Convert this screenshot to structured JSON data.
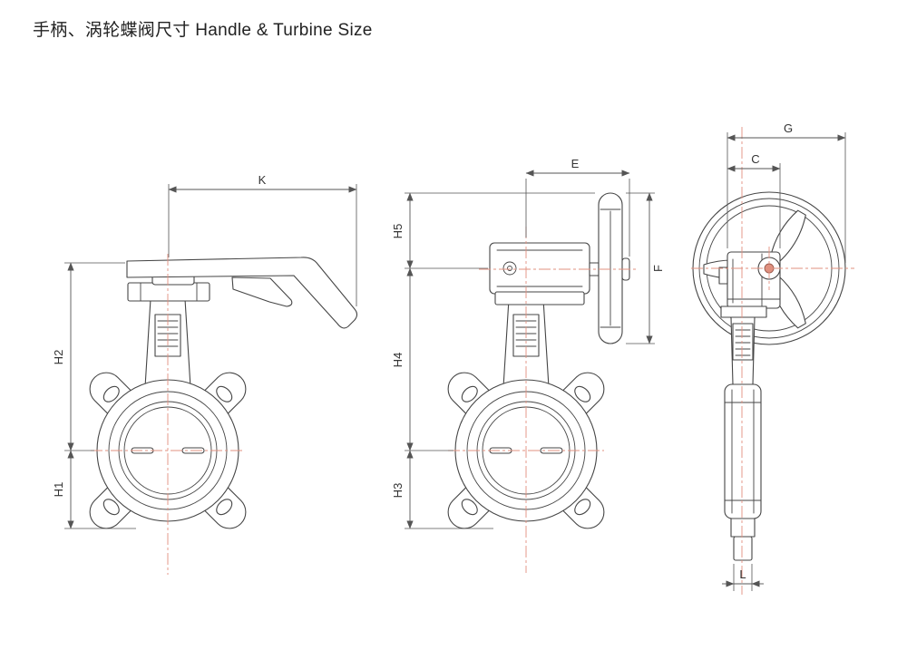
{
  "title": "手柄、涡轮蝶阀尺寸 Handle & Turbine Size",
  "views": [
    {
      "name": "butterfly-valve-lever-handle",
      "dims": [
        "K",
        "H2",
        "H1"
      ]
    },
    {
      "name": "butterfly-valve-gear-operator-side",
      "dims": [
        "E",
        "H5",
        "H4",
        "H3",
        "F"
      ]
    },
    {
      "name": "butterfly-valve-handwheel-front",
      "dims": [
        "G",
        "C",
        "L"
      ]
    }
  ],
  "dim_labels": {
    "K": "K",
    "H2": "H2",
    "H1": "H1",
    "E": "E",
    "H5": "H5",
    "H4": "H4",
    "H3": "H3",
    "F": "F",
    "G": "G",
    "C": "C",
    "L": "L"
  },
  "colors": {
    "outline": "#454545",
    "dimension": "#555555",
    "centerline": "#e2907f",
    "hub_dot": "#e0907f",
    "background": "#ffffff",
    "text": "#222222"
  }
}
